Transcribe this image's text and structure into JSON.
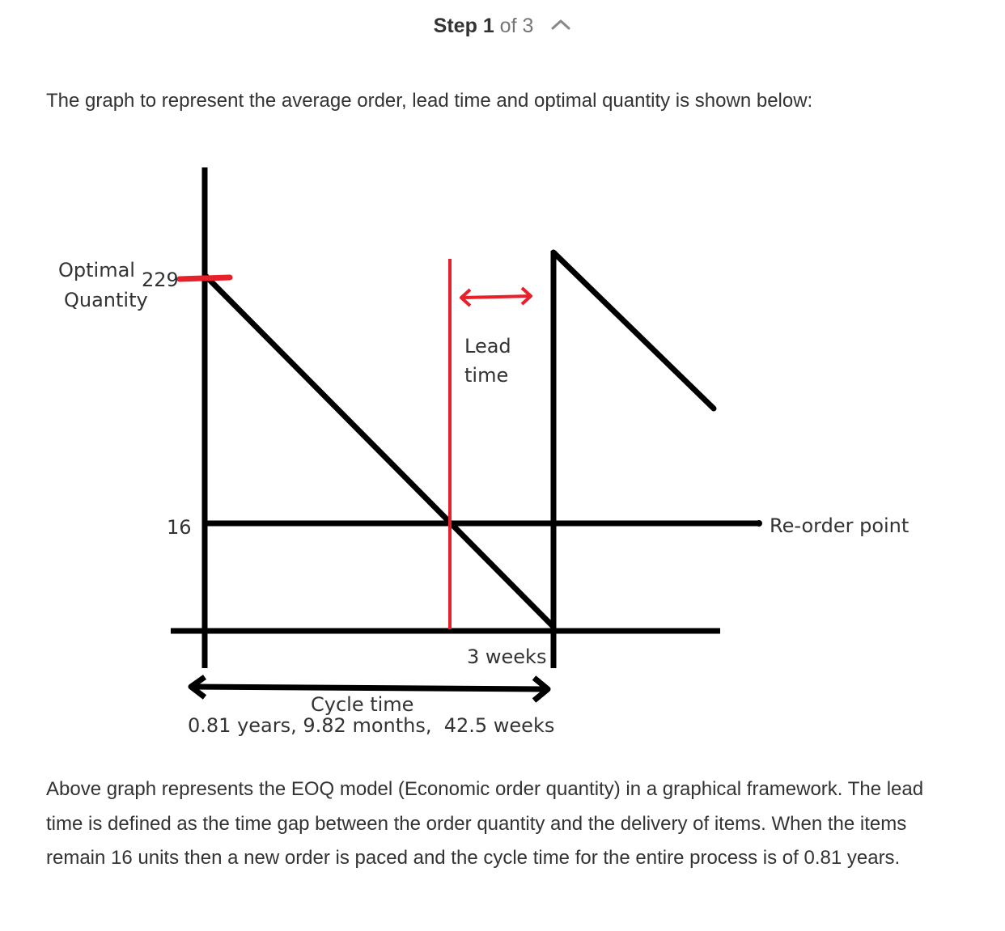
{
  "step": {
    "label": "Step",
    "current": "1",
    "total_text": "of 3",
    "toggle_icon": "chevron-up-icon"
  },
  "intro_text": "The graph to represent the average order, lead time and optimal quantity is shown below:",
  "graph": {
    "optimal_label_line1": "Optimal",
    "optimal_label_line2": "Quantity",
    "optimal_value": "229",
    "reorder_value": "16",
    "lead_label_line1": "Lead",
    "lead_label_line2": "time",
    "reorder_label": "Re-order point",
    "weeks_label": "3 weeks",
    "cycle_label": "Cycle time",
    "cycle_values": "0.81 years, 9.82 months,  42.5 weeks",
    "colors": {
      "lines": "#000000",
      "accent": "#e8202a"
    }
  },
  "explanation_text": "Above graph represents the EOQ model (Economic order quantity) in a graphical framework. The lead time is defined as the time gap between the order quantity and the delivery of items. When the items remain 16 units then a new order is paced and the cycle time for the entire process is of 0.81 years."
}
